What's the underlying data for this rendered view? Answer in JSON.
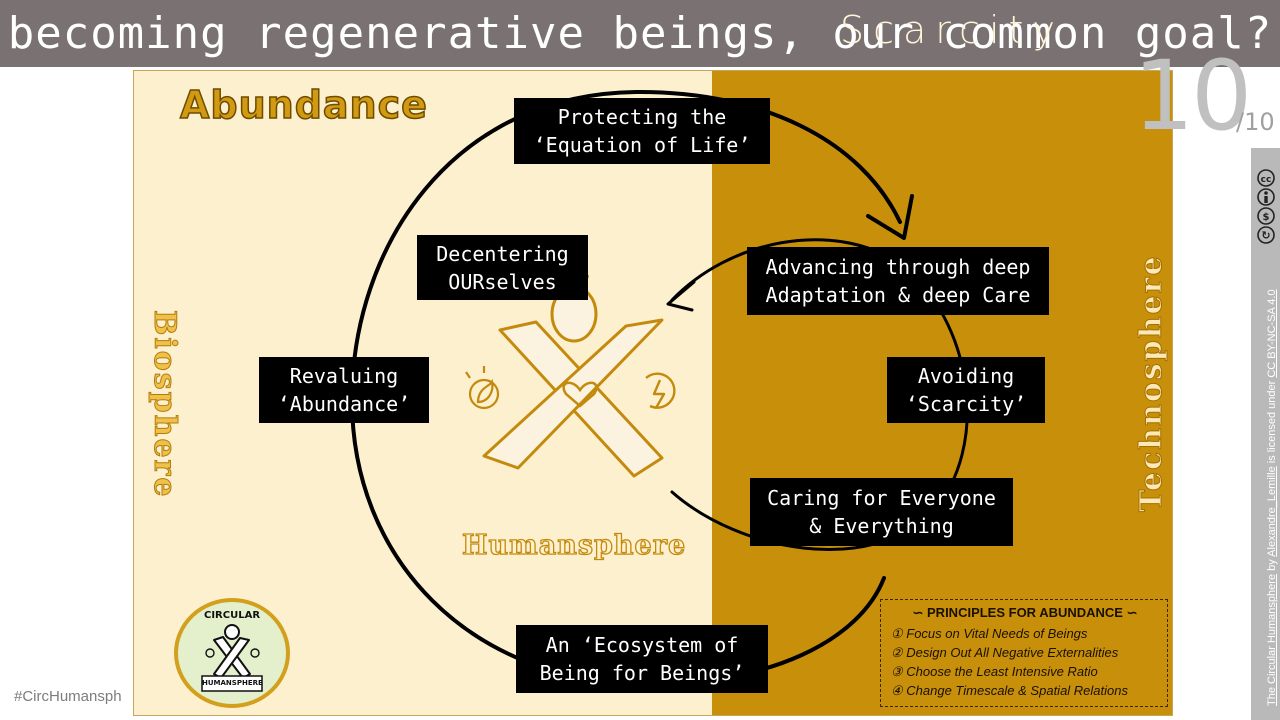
{
  "header": {
    "title": "becoming regenerative beings, our common goal?"
  },
  "slide": {
    "number": "10",
    "total": "/10"
  },
  "sections": {
    "abundance": "Abundance",
    "scarcity": "Scarcity",
    "biosphere": "Biosphere",
    "technosphere": "Technosphere",
    "humansphere": "Humansphere"
  },
  "labels": {
    "protecting": "Protecting the\n‘Equation of Life’",
    "decentering": "Decentering\nOURselves",
    "advancing": "Advancing through deep\nAdaptation & deep Care",
    "revaluing": "Revaluing\n‘Abundance’",
    "avoiding": "Avoiding\n‘Scarcity’",
    "caring": "Caring for Everyone\n& Everything",
    "ecosystem": "An ‘Ecosystem of\nBeing for Beings’"
  },
  "principles": {
    "heading": "∽ PRINCIPLES FOR ABUNDANCE ∽",
    "items": [
      "① Focus on Vital Needs of Beings",
      "② Design Out All Negative Externalities",
      "③ Choose the Least Intensive Ratio",
      "④ Change Timescale & Spatial Relations"
    ]
  },
  "logo": {
    "top_text": "CIRCULAR",
    "bottom_text": "HUMANSPHERE"
  },
  "footer": {
    "hashtag": "#CircHumansph"
  },
  "license": {
    "work": "The Circular Humansphere",
    "by": " by ",
    "author": "Alexandre_Lemille",
    "mid": " is licensed under ",
    "license": "CC BY-NC-SA 4.0"
  },
  "colors": {
    "abundance_bg": "#fdf0cf",
    "scarcity_bg": "#c8900a",
    "title_bar": "#7a7272",
    "accent": "#d19a12"
  },
  "icons": [
    "x-person-icon",
    "heart-icon",
    "leaf-bulb-icon",
    "energy-cycle-icon",
    "cc-license-icon",
    "arrowhead-icon"
  ]
}
